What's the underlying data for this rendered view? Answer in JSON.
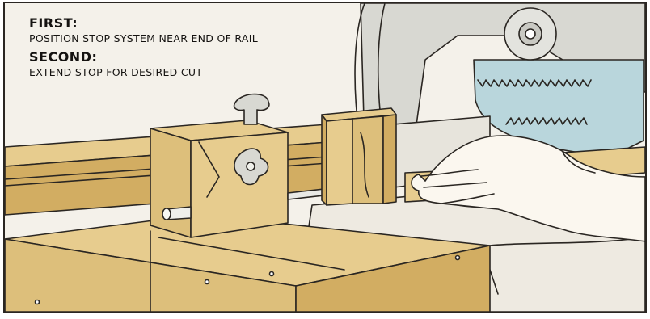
{
  "instructions": {
    "first": {
      "title": "FIRST:",
      "text": "POSITION STOP SYSTEM NEAR END OF RAIL"
    },
    "second": {
      "title": "SECOND:",
      "text": "EXTEND STOP FOR DESIRED CUT"
    }
  },
  "colors": {
    "wood": "#e7cc8e",
    "wood_dark": "#d2ad62",
    "blade": "#b9d6dc",
    "motor_housing": "#d8d8d2",
    "table": "#eeeae1",
    "ink": "#2a2622",
    "skin": "#fbf7ef"
  }
}
